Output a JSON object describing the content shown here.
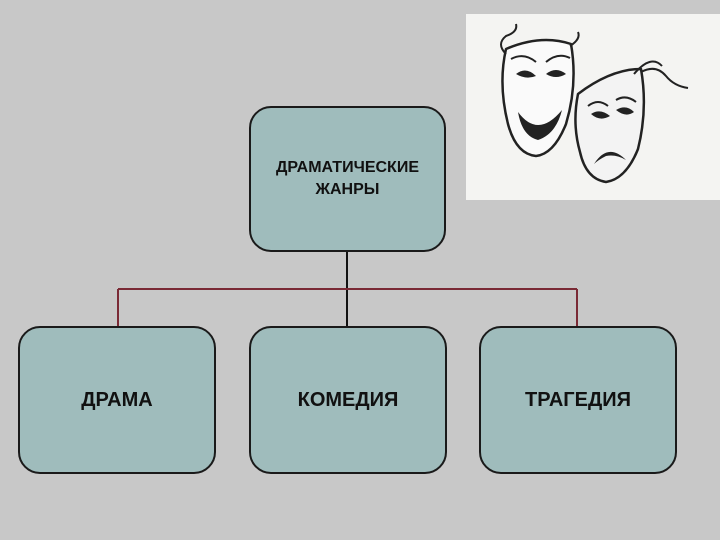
{
  "diagram": {
    "root": {
      "label": "ДРАМАТИЧЕСКИЕ\nЖАНРЫ"
    },
    "children": [
      {
        "label": "ДРАМА"
      },
      {
        "label": "КОМЕДИЯ"
      },
      {
        "label": "ТРАГЕДИЯ"
      }
    ]
  },
  "colors": {
    "background": "#c8c8c8",
    "node_fill": "#9fbcbc",
    "node_border": "#1a1a1a",
    "connector_branch": "#7a2a35",
    "connector_trunk": "#111111"
  },
  "illustration": {
    "icon": "theater-masks-icon"
  }
}
